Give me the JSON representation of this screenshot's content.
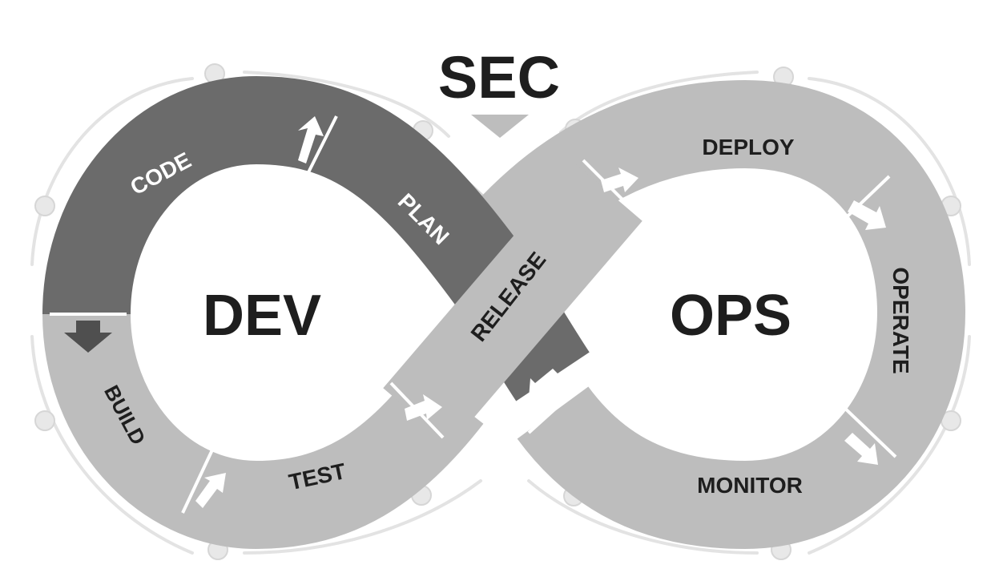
{
  "title": "SEC",
  "hub_left": "DEV",
  "hub_right": "OPS",
  "stages": {
    "plan": "PLAN",
    "code": "CODE",
    "build": "BUILD",
    "test": "TEST",
    "release": "RELEASE",
    "deploy": "DEPLOY",
    "operate": "OPERATE",
    "monitor": "MONITOR"
  },
  "colors": {
    "dev_dark": "#6b6b6b",
    "light": "#bdbdbd",
    "ring": "#e3e3e3",
    "text_dark": "#1e1e1e",
    "text_light": "#ffffff",
    "background": "#ffffff"
  }
}
